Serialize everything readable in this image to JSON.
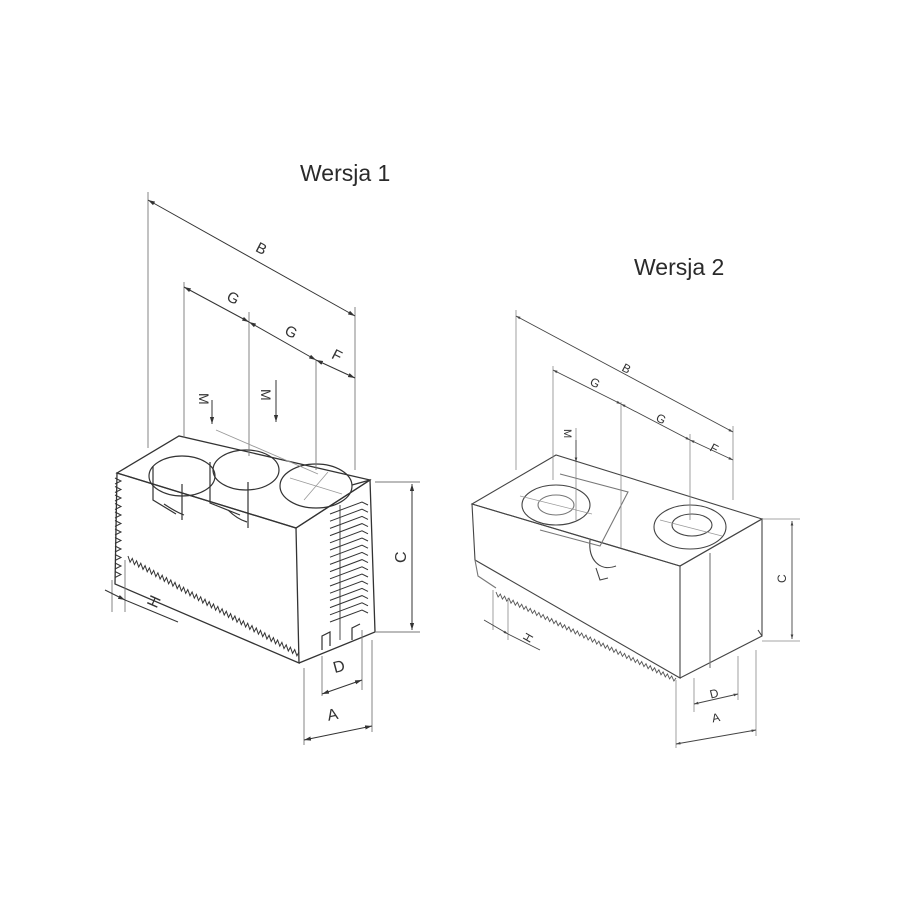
{
  "version_1": {
    "title": "Wersja 1",
    "labels": {
      "B": "B",
      "G1": "G",
      "G2": "G",
      "F": "F",
      "M1": "M",
      "M2": "M",
      "C": "C",
      "H": "H",
      "D": "D",
      "A": "A"
    }
  },
  "version_2": {
    "title": "Wersja 2",
    "labels": {
      "B": "B",
      "G1": "G",
      "G2": "G",
      "F": "F",
      "M": "M",
      "C": "C",
      "H": "H",
      "D": "D",
      "A": "A"
    }
  },
  "colors": {
    "line": "#333333",
    "thin": "#777777",
    "light": "#999999"
  }
}
